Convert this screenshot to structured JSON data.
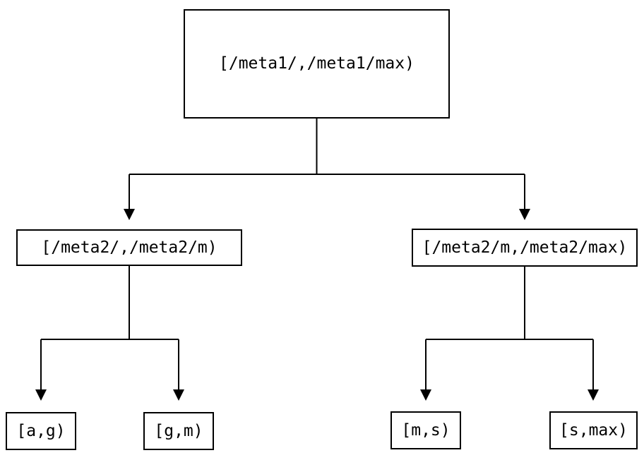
{
  "diagram": {
    "type": "tree",
    "nodes": {
      "root": {
        "label": "[/meta1/,/meta1/max)"
      },
      "left": {
        "label": "[/meta2/,/meta2/m)"
      },
      "right": {
        "label": "[/meta2/m,/meta2/max)"
      },
      "leaf_ag": {
        "label": "[a,g)"
      },
      "leaf_gm": {
        "label": "[g,m)"
      },
      "leaf_ms": {
        "label": "[m,s)"
      },
      "leaf_smax": {
        "label": "[s,max)"
      }
    },
    "edges": [
      {
        "from": "root",
        "to": "left"
      },
      {
        "from": "root",
        "to": "right"
      },
      {
        "from": "left",
        "to": "leaf_ag"
      },
      {
        "from": "left",
        "to": "leaf_gm"
      },
      {
        "from": "right",
        "to": "leaf_ms"
      },
      {
        "from": "right",
        "to": "leaf_smax"
      }
    ],
    "colors": {
      "background": "#ffffff",
      "box_border": "#000000",
      "line": "#000000",
      "text": "#000000"
    }
  }
}
